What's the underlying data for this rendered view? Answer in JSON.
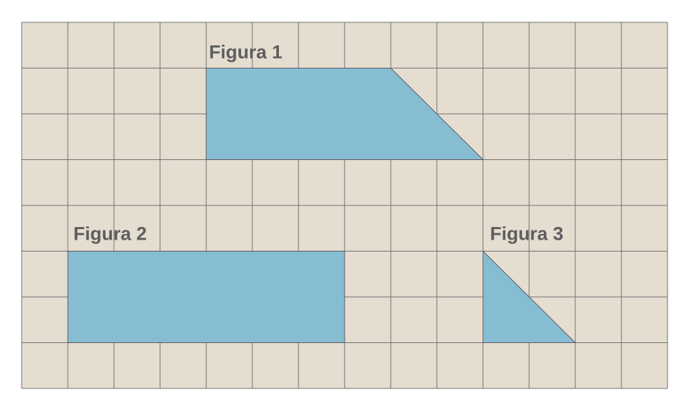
{
  "grid": {
    "columns": 14,
    "rows": 8,
    "background_color": "#e4ddd0",
    "line_color": "#6f6f6f"
  },
  "shape_fill_color": "#87bdd3",
  "shape_stroke_color": "#5a5a5a",
  "label_color": "#5e5e5e",
  "figures": [
    {
      "label": "Figura 1",
      "shape": "trapezoid",
      "vertices_in_grid_units": [
        [
          4,
          1
        ],
        [
          8,
          1
        ],
        [
          10,
          3
        ],
        [
          4,
          3
        ]
      ]
    },
    {
      "label": "Figura 2",
      "shape": "rectangle",
      "vertices_in_grid_units": [
        [
          1,
          5
        ],
        [
          7,
          5
        ],
        [
          7,
          7
        ],
        [
          1,
          7
        ]
      ]
    },
    {
      "label": "Figura 3",
      "shape": "right-triangle",
      "vertices_in_grid_units": [
        [
          10,
          5
        ],
        [
          12,
          7
        ],
        [
          10,
          7
        ]
      ]
    }
  ]
}
